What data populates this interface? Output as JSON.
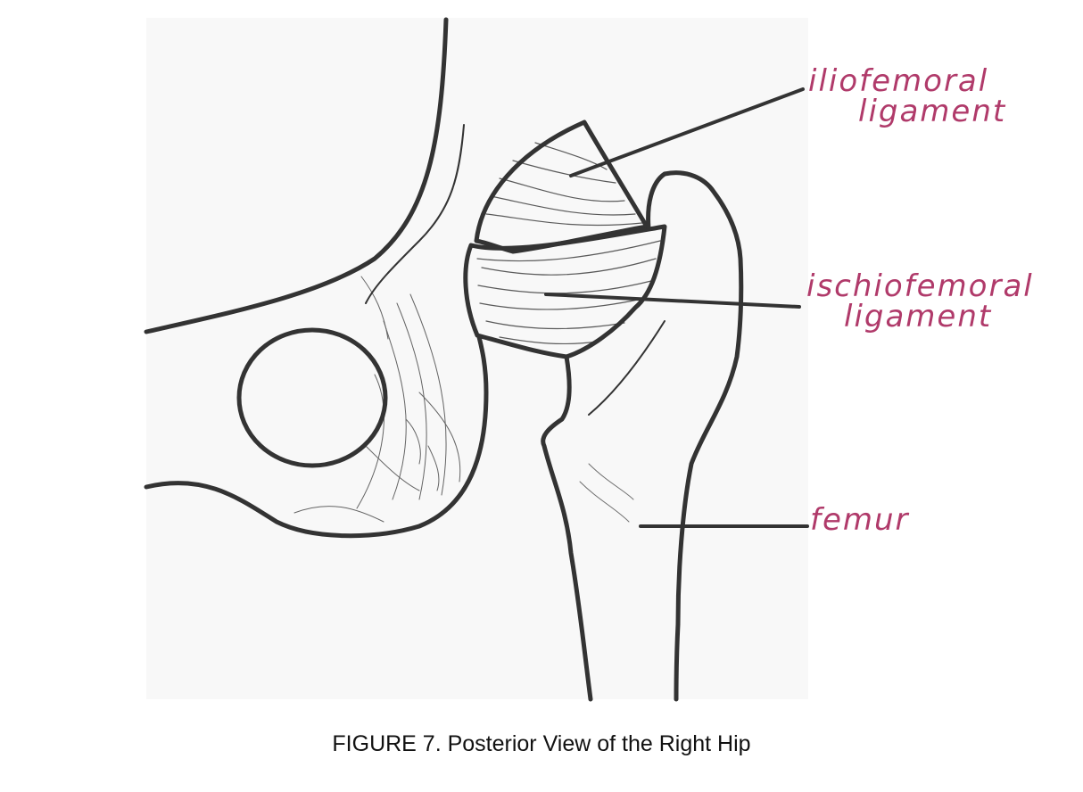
{
  "labels": {
    "iliofemoral": [
      "iliofemoral",
      "ligament"
    ],
    "ischiofemoral": [
      "ischiofemoral",
      "ligament"
    ],
    "femur": "femur"
  },
  "caption": "FIGURE 7.  Posterior View of the Right Hip",
  "colors": {
    "label_ink": "#b03a6a",
    "drawing_ink": "#333333",
    "panel_background": "#f8f8f8"
  }
}
